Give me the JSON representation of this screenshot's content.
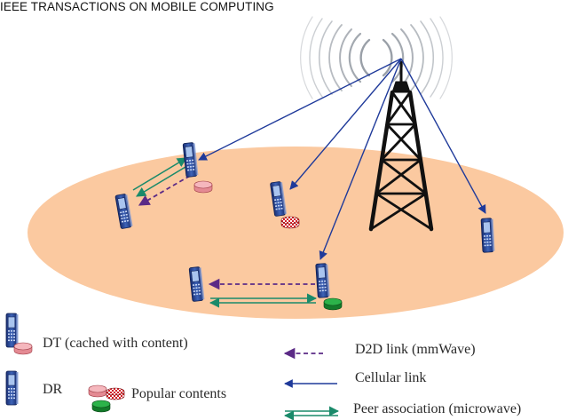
{
  "header": {
    "text": "IEEE TRANSACTIONS ON MOBILE COMPUTING"
  },
  "legend": {
    "dt_label": "DT (cached with content)",
    "dr_label": "DR",
    "popular_label": "Popular contents",
    "d2d_label": "D2D link (mmWave)",
    "cellular_label": "Cellular link",
    "peer_label": "Peer association (microwave)"
  },
  "colors": {
    "area": "#fbc9a0",
    "cellular": "#1f3a9a",
    "d2d": "#5b2a86",
    "peer": "#1a8a6a",
    "phone_body": "#23408c",
    "phone_light": "#6f8fd6",
    "content_pink": "#f0a0a8",
    "content_red": "#d21f26",
    "content_green": "#1f9a38"
  },
  "icons": [
    "cell-tower-icon",
    "radio-wave-icon",
    "mobile-phone-icon",
    "content-disc-icon"
  ]
}
